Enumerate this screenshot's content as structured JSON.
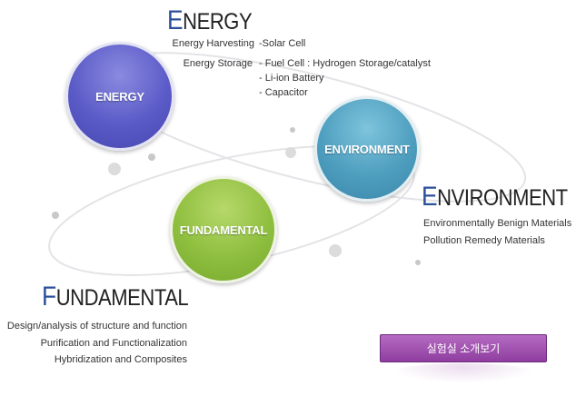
{
  "energy": {
    "orb_label": "ENERGY",
    "heading_initial": "E",
    "heading_rest": "NERGY",
    "rows": [
      {
        "label": "Energy Harvesting",
        "items": [
          "-Solar Cell"
        ]
      },
      {
        "label": "Energy Storage",
        "items": [
          "- Fuel Cell : Hydrogen Storage/catalyst",
          "- Li-ion Battery",
          "- Capacitor"
        ]
      }
    ]
  },
  "environment": {
    "orb_label": "ENVIRONMENT",
    "heading_initial": "E",
    "heading_rest": "NVIRONMENT",
    "lines": [
      "Environmentally Benign Materials",
      "Pollution Remedy Materials"
    ]
  },
  "fundamental": {
    "orb_label": "FUNDAMENTAL",
    "heading_initial": "F",
    "heading_rest": "UNDAMENTAL",
    "lines": [
      "Design/analysis of structure and function",
      "Purification and Functionalization",
      "Hybridization and Composites"
    ]
  },
  "button": {
    "label": "실험실 소개보기"
  },
  "colors": {
    "energy": "#5b5bc8",
    "environment": "#4e9ebf",
    "fundamental": "#8fbf3f",
    "heading_initial": "#2c4f9a",
    "button": "#a352b1"
  }
}
